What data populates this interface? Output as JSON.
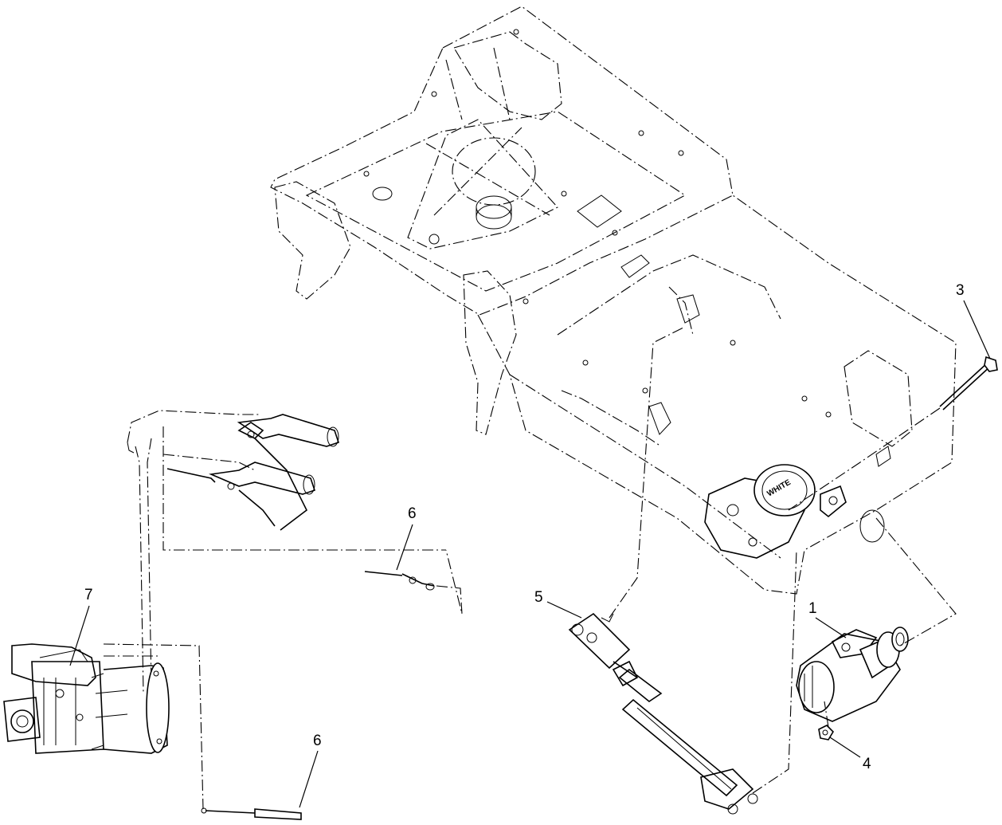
{
  "diagram": {
    "callouts": [
      {
        "id": "1",
        "label": "1"
      },
      {
        "id": "3",
        "label": "3"
      },
      {
        "id": "4",
        "label": "4"
      },
      {
        "id": "5",
        "label": "5"
      },
      {
        "id": "6a",
        "label": "6"
      },
      {
        "id": "6b",
        "label": "6"
      },
      {
        "id": "7",
        "label": "7"
      }
    ],
    "motor_stamp": "WHITE"
  }
}
